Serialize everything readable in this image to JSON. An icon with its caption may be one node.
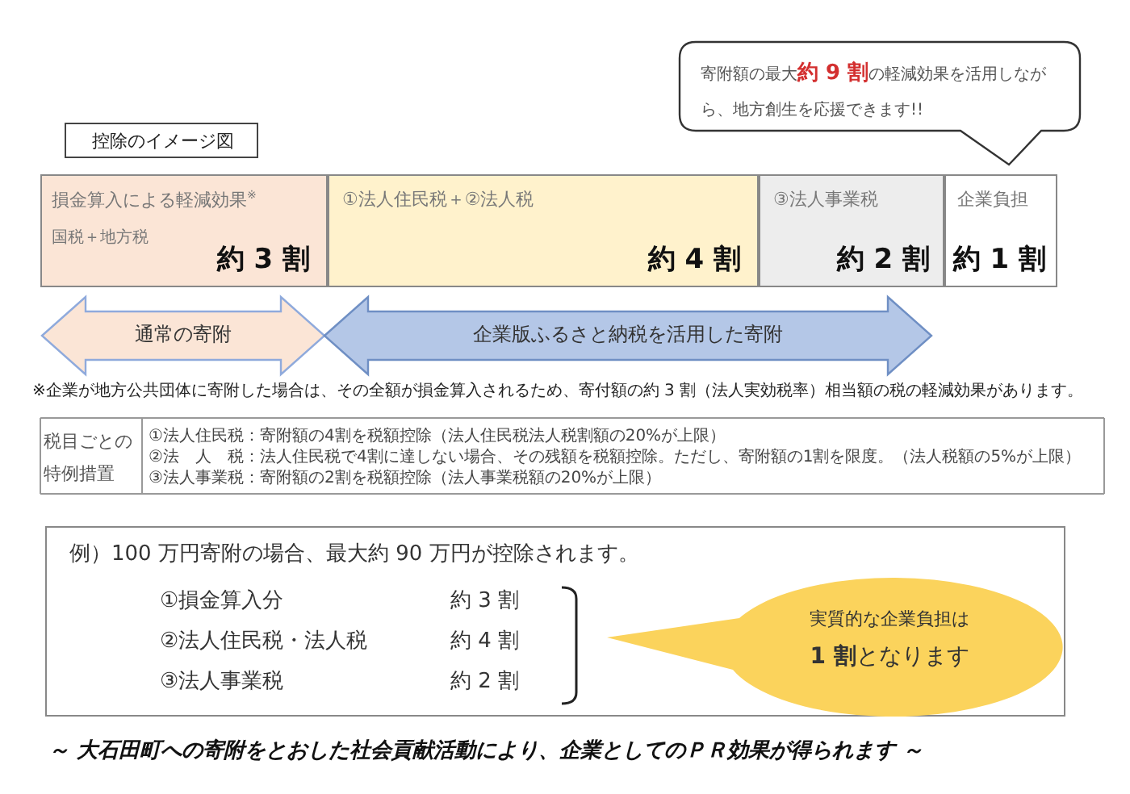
{
  "diagram": {
    "nodes": [
      {
        "text": [
          "寄附額の最大**約 9 割**の軽減効果を活用しながら、地方創生を応援できます!!"
        ]
      },
      {
        "text": [
          "控除のイメージ図"
        ]
      },
      {
        "text": [
          "損金算入による軽減効果$^{※}$",
          "国税＋地方税",
          "約 3 割"
        ]
      },
      {
        "text": [
          "①法人住民税＋②法人税",
          "約 4 割"
        ]
      },
      {
        "text": [
          "③法人事業税",
          "約 2 割"
        ]
      },
      {
        "text": [
          "企業負担",
          "約 1 割"
        ]
      },
      {
        "text": [
          "通常の寄附"
        ]
      },
      {
        "text": [
          "企業版ふるさと納税を活用した寄附"
        ]
      },
      {
        "text": [
          "例）100 万円寄附の場合、最大約 90 万円が控除されます。",
          "①損金算入分",
          "約 3 割",
          "②法人住民税・法人税",
          "約 4 割",
          "③法人事業税",
          "約 2 割"
        ]
      },
      {
        "text": [
          "実質的な企業負担は",
          "**1 割**となります"
        ],
        "in": 8
      }
    ],
    "labels": [
      "※企業が地方公共団体に寄附した場合は、その全額が損金算入されるため、寄付額の約 3 割（法人実効税率）相当額の税の軽減効果があります。",
      "税目ごとの特例措置",
      "①法人住民税：寄附額の4割を税額控除（法人住民税法人税割額の20%が上限）",
      "②法　人　税：法人住民税で4割に達しない場合、その残額を税額控除。ただし、寄附額の1割を限度。（法人税額の5%が上限）",
      "③法人事業税：寄附額の2割を税額控除（法人事業税額の20%が上限）",
      "～ 大石田町への寄附をとおした社会貢献活動により、企業としてのＰＲ効果が得られます ～"
    ]
  }
}
